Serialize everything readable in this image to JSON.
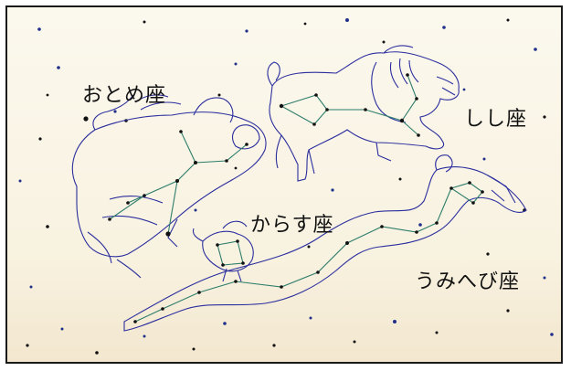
{
  "labels": {
    "virgo": "おとめ座",
    "leo": "しし座",
    "corvus": "からす座",
    "hydra": "うみへび座"
  },
  "colors": {
    "outline": "#2b2e9e",
    "constellation_line": "#2e7d6b",
    "star_dark": "#111111",
    "star_blue": "#1f2f8a",
    "background": "#fbf8ee"
  }
}
